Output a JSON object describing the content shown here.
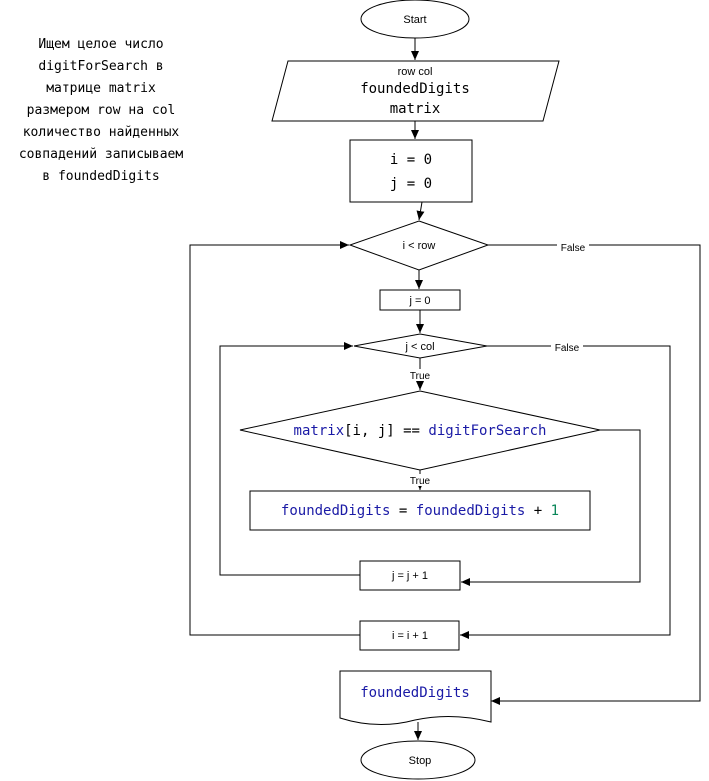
{
  "note": {
    "text": "Ищем целое число\ndigitForSearch в\nматрице matrix\nразмером row на col\nколичество найденных\nсовпадений записываем\nв foundedDigits"
  },
  "nodes": {
    "start": {
      "label": "Start"
    },
    "input": {
      "line1": "row col",
      "line2": "foundedDigits",
      "line3": "matrix"
    },
    "init": {
      "line1": "i = 0",
      "line2": "j = 0"
    },
    "cond_i": {
      "label": "i < row"
    },
    "reset_j": {
      "label": "j = 0"
    },
    "cond_j": {
      "label": "j < col"
    },
    "cond_match": {
      "var": "matrix",
      "idx": "[i, j]",
      "op": " == ",
      "rhs": "digitForSearch"
    },
    "increment_found": {
      "lhs": "foundedDigits",
      "op1": " = ",
      "rhs": "foundedDigits",
      "op2": " + ",
      "num": "1"
    },
    "inc_j": {
      "label": "j = j + 1"
    },
    "inc_i": {
      "label": "i = i + 1"
    },
    "output": {
      "label": "foundedDigits"
    },
    "stop": {
      "label": "Stop"
    }
  },
  "edges": {
    "cond_i_false": "False",
    "cond_j_true": "True",
    "cond_j_false": "False",
    "cond_match_true": "True"
  },
  "colors": {
    "code_identifier": "#1a1aa6",
    "code_number": "#098658",
    "stroke": "#000000"
  }
}
